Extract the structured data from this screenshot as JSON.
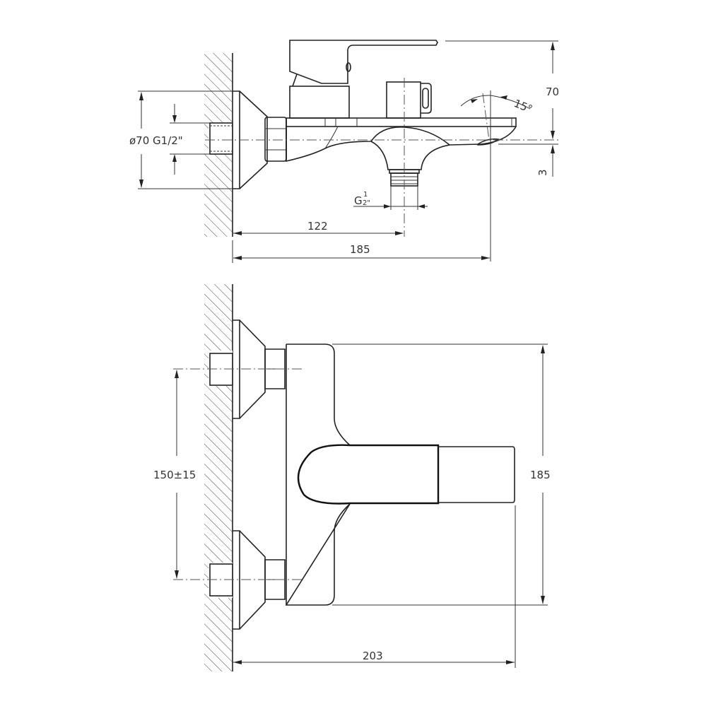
{
  "drawing": {
    "subject": "wall-mounted bath mixer faucet",
    "views": [
      "side-view",
      "top-view"
    ],
    "colors": {
      "line": "#222222",
      "background": "#ffffff"
    }
  },
  "side_view": {
    "labels": {
      "flange_diameter": "ø70 G1/2\"",
      "height": "70",
      "spout_offset": "3",
      "angle": "15°",
      "outlet_thread": "G",
      "outlet_thread_num": "1",
      "outlet_thread_den": "2\"",
      "outlet_distance": "122",
      "total_depth": "185"
    }
  },
  "top_view": {
    "labels": {
      "inlet_spacing": "150±15",
      "body_width": "185",
      "total_depth": "203"
    }
  }
}
